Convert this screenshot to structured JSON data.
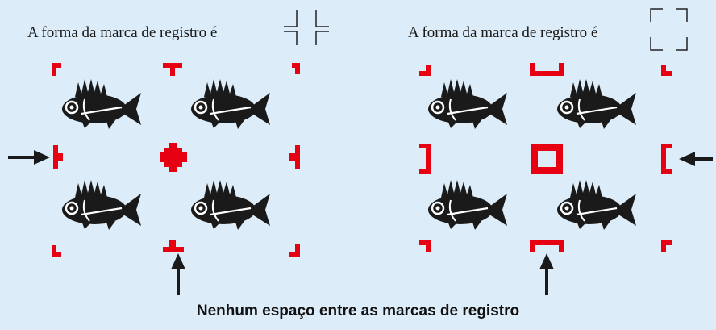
{
  "left_panel": {
    "caption": "A forma da marca de registro é",
    "mark_style": "cross-corner"
  },
  "right_panel": {
    "caption": "A forma da marca de registro é",
    "mark_style": "square-corner"
  },
  "footer": {
    "text": "Nenhum espaço entre as marcas de registro"
  },
  "colors": {
    "background": "#dcecf8",
    "marks": "#e60012",
    "fish": "#1a1a1a",
    "arrows": "#1a1a1a"
  }
}
